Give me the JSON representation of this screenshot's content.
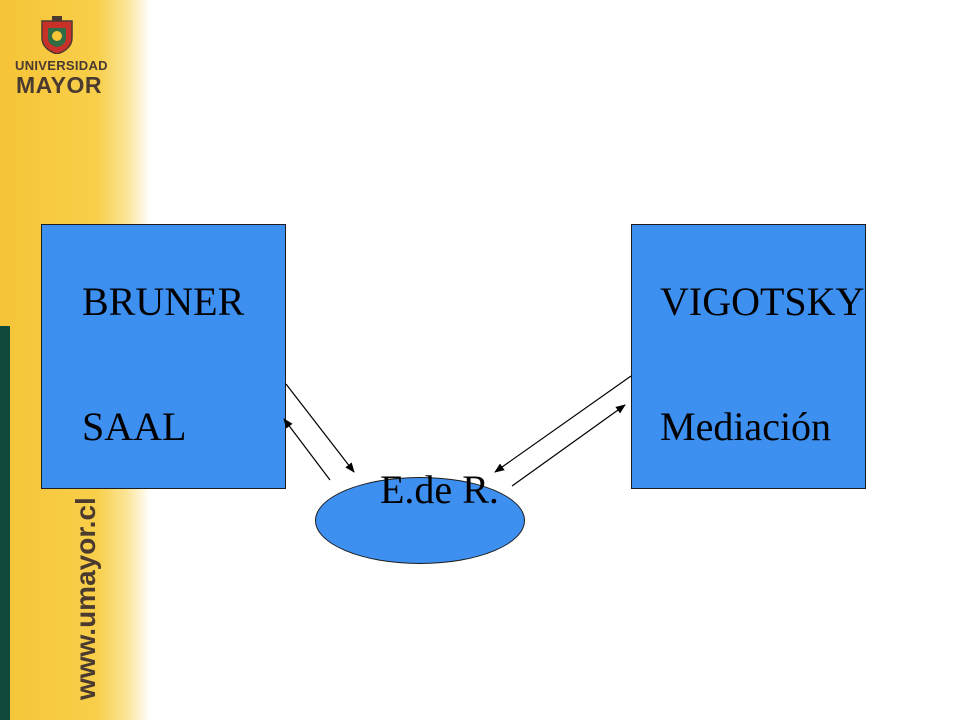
{
  "branding": {
    "logo_line1": "UNIVERSIDAD",
    "logo_line2": "MAYOR",
    "website": "www.umayor.cl",
    "colors": {
      "sidebar": "#f6c437",
      "strip": "#0f4a3c",
      "text": "#4a3a30"
    }
  },
  "diagram": {
    "left_box": {
      "title": "BRUNER",
      "subtitle": "SAAL"
    },
    "right_box": {
      "title": "VIGOTSKY",
      "subtitle": "Mediación"
    },
    "center": {
      "label": "E.de R."
    },
    "colors": {
      "shape_fill": "#3d8ff0",
      "shape_border": "#1d1d1d"
    }
  }
}
